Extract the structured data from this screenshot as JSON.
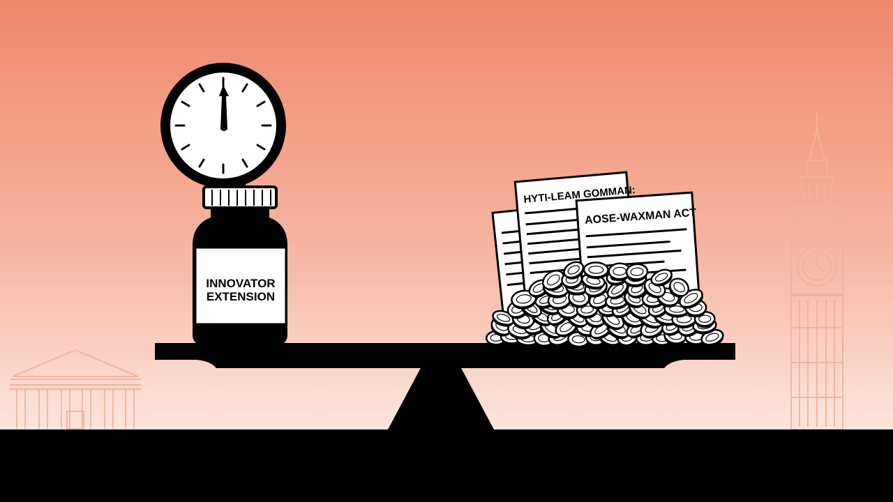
{
  "scene": {
    "description_colors": {
      "sky_top": "#f0876b",
      "sky_bottom": "#fbe3da",
      "ground": "#000000",
      "ink": "#111111",
      "paper": "#ffffff",
      "landmark_stroke": "#f3b6a2"
    },
    "bottle_label": {
      "line1": "INNOVATOR",
      "line2": "EXTENSION"
    },
    "documents": {
      "back_title": "HYTI-LEAM GOMMAN:",
      "front_title": "AOSE-WAXMAN ACT"
    },
    "icons": [
      "clock-icon",
      "pill-bottle-icon",
      "balance-scale-icon",
      "pills-pile-icon",
      "documents-icon",
      "courthouse-icon",
      "clock-tower-icon"
    ]
  }
}
